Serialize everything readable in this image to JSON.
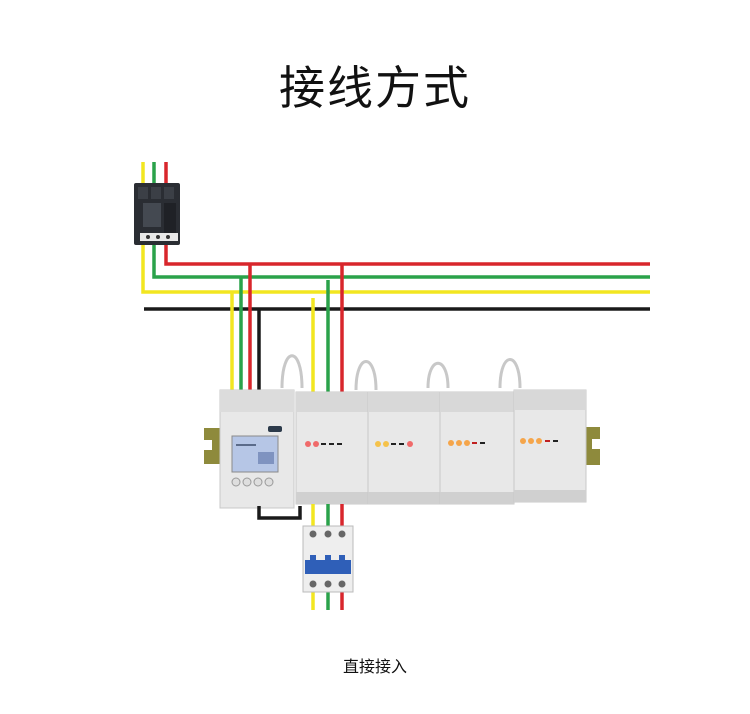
{
  "title": "接线方式",
  "caption": "直接接入",
  "colors": {
    "phase_a_yellow": "#f2e620",
    "phase_b_green": "#2aa24a",
    "phase_c_red": "#d8262c",
    "neutral_black": "#1a1a1a",
    "module_body": "#e6e6e6",
    "din_rail": "#9a8f3a",
    "lcd": "#b8c8e8"
  },
  "components": {
    "main_breaker": "molded-case-circuit-breaker",
    "branch_breaker": "3-pole-miniature-circuit-breaker",
    "main_meter": "multi-circuit-meter-with-lcd",
    "expansion_modules": 3
  },
  "wires": [
    "yellow",
    "green",
    "red",
    "black"
  ]
}
